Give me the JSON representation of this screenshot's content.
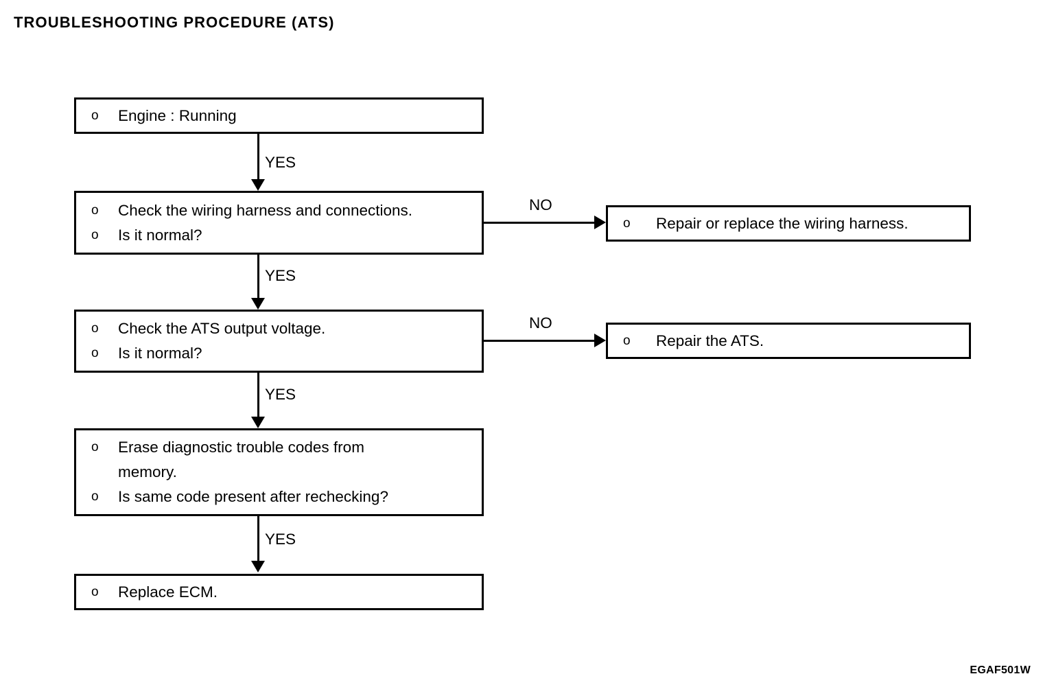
{
  "document": {
    "title": "TROUBLESHOOTING PROCEDURE (ATS)",
    "figure_code": "EGAF501W",
    "background_color": "#ffffff",
    "line_color": "#000000",
    "text_color": "#000000"
  },
  "flowchart": {
    "type": "flowchart",
    "orientation": "top-to-bottom with right-side NO branches",
    "bullet_glyph": "o",
    "nodes": [
      {
        "id": "node-engine-running",
        "name": "engine-running",
        "column": "main",
        "lines": [
          {
            "text": "Engine : Running",
            "bulleted": true
          }
        ]
      },
      {
        "id": "node-check-wiring-harness",
        "name": "check-wiring-harness",
        "column": "main",
        "lines": [
          {
            "text": "Check the wiring harness and connections.",
            "bulleted": true
          },
          {
            "text": "Is it normal?",
            "bulleted": true
          }
        ]
      },
      {
        "id": "node-repair-wiring-harness",
        "name": "repair-wiring-harness",
        "column": "branch",
        "lines": [
          {
            "text": "Repair or replace the wiring harness.",
            "bulleted": true
          }
        ]
      },
      {
        "id": "node-check-ats-output-voltage",
        "name": "check-ats-output-voltage",
        "column": "main",
        "lines": [
          {
            "text": "Check the ATS output voltage.",
            "bulleted": true
          },
          {
            "text": "Is it normal?",
            "bulleted": true
          }
        ]
      },
      {
        "id": "node-repair-ats",
        "name": "repair-ats",
        "column": "branch",
        "lines": [
          {
            "text": "Repair the ATS.",
            "bulleted": true
          }
        ]
      },
      {
        "id": "node-erase-dtc",
        "name": "erase-diagnostic-trouble-codes",
        "column": "main",
        "lines": [
          {
            "text": "Erase diagnostic trouble codes from",
            "bulleted": true
          },
          {
            "text": "memory.",
            "bulleted": false
          },
          {
            "text": "Is same code present after rechecking?",
            "bulleted": true
          }
        ]
      },
      {
        "id": "node-replace-ecm",
        "name": "replace-ecm",
        "column": "main",
        "lines": [
          {
            "text": "Replace ECM.",
            "bulleted": true
          }
        ]
      }
    ],
    "edges": [
      {
        "id": "edge-yes-1",
        "label": "YES",
        "direction": "down",
        "from": "node-engine-running",
        "to": "node-check-wiring-harness"
      },
      {
        "id": "edge-no-1",
        "label": "NO",
        "direction": "right",
        "from": "node-check-wiring-harness",
        "to": "node-repair-wiring-harness"
      },
      {
        "id": "edge-yes-2",
        "label": "YES",
        "direction": "down",
        "from": "node-check-wiring-harness",
        "to": "node-check-ats-output-voltage"
      },
      {
        "id": "edge-no-2",
        "label": "NO",
        "direction": "right",
        "from": "node-check-ats-output-voltage",
        "to": "node-repair-ats"
      },
      {
        "id": "edge-yes-3",
        "label": "YES",
        "direction": "down",
        "from": "node-check-ats-output-voltage",
        "to": "node-erase-dtc"
      },
      {
        "id": "edge-yes-4",
        "label": "YES",
        "direction": "down",
        "from": "node-erase-dtc",
        "to": "node-replace-ecm"
      }
    ]
  }
}
